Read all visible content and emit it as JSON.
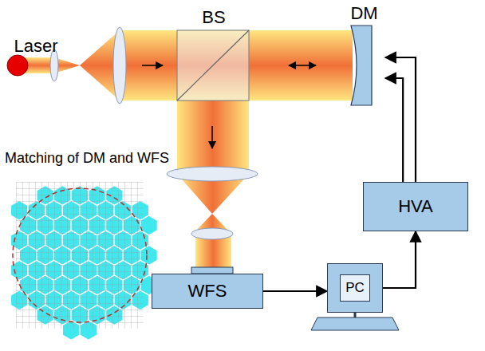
{
  "diagram": {
    "nodes": [
      {
        "text": [
          "Laser"
        ]
      },
      {
        "text": [
          "BS"
        ]
      },
      {
        "text": [
          "DM"
        ]
      },
      {
        "text": [
          "HVA"
        ]
      },
      {
        "text": [
          "PC"
        ]
      },
      {
        "text": [
          "WFS"
        ]
      }
    ],
    "edges": [
      {
        "from": 5,
        "to": 4,
        "arrow": "to"
      },
      {
        "from": 4,
        "to": 3,
        "arrow": "to"
      },
      {
        "from": 3,
        "to": 2,
        "arrow": "to"
      },
      {
        "from": 3,
        "to": 2,
        "arrow": "to"
      }
    ],
    "labels": [
      "Matching of DM and WFS"
    ]
  }
}
